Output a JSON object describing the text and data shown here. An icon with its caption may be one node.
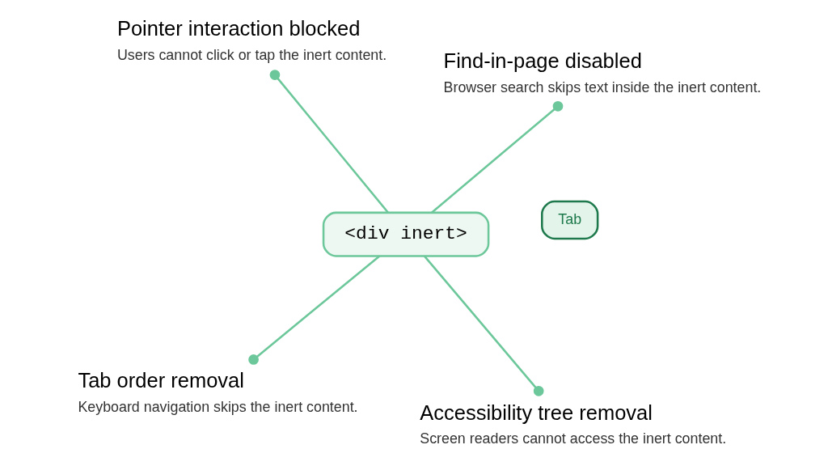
{
  "diagram": {
    "nodes": [
      {
        "text": [
          "Tab order removal",
          "Keyboard navigation skips the inert content."
        ]
      },
      {
        "text": [
          "Accessibility tree removal",
          "Screen readers cannot access the inert content."
        ]
      },
      {
        "text": [
          "<div inert>"
        ]
      },
      {
        "text": [
          "Pointer interaction blocked",
          "Users cannot click or tap the inert content."
        ]
      },
      {
        "text": [
          "Find-in-page disabled",
          "Browser search skips text inside the inert content."
        ]
      }
    ],
    "edges": [
      {
        "from": 2,
        "to": 0,
        "arrow": "other"
      },
      {
        "from": 2,
        "to": 1,
        "arrow": "other"
      },
      {
        "from": 2,
        "to": 3,
        "arrow": "other"
      },
      {
        "from": 2,
        "to": 4,
        "arrow": "other"
      }
    ],
    "labels": [
      "Tab"
    ]
  }
}
